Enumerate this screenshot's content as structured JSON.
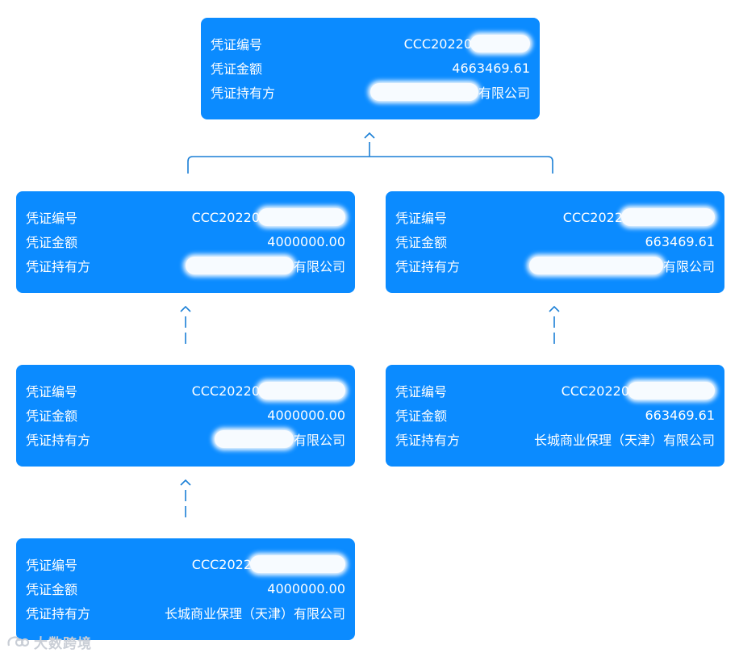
{
  "labels": {
    "id": "凭证编号",
    "amount": "凭证金额",
    "holder": "凭证持有方"
  },
  "cards": [
    {
      "id": "CCC20220",
      "amount": "4663469.61",
      "holder": "有限公司"
    },
    {
      "id": "CCC20220",
      "amount": "4000000.00",
      "holder": "有限公司"
    },
    {
      "id": "CCC2022",
      "amount": "663469.61",
      "holder": "有限公司"
    },
    {
      "id": "CCC20220",
      "amount": "4000000.00",
      "holder": "有限公司"
    },
    {
      "id": "CCC20220",
      "amount": "663469.61",
      "holder": "长城商业保理（天津）有限公司"
    },
    {
      "id": "CCC2022",
      "amount": "4000000.00",
      "holder": "长城商业保理（天津）有限公司"
    }
  ],
  "watermark": "大数跨境",
  "colors": {
    "card": "#0b8bff",
    "connector": "#1a7fd6",
    "text": "#ffffff"
  },
  "connector_icon": "chevron-up-icon"
}
